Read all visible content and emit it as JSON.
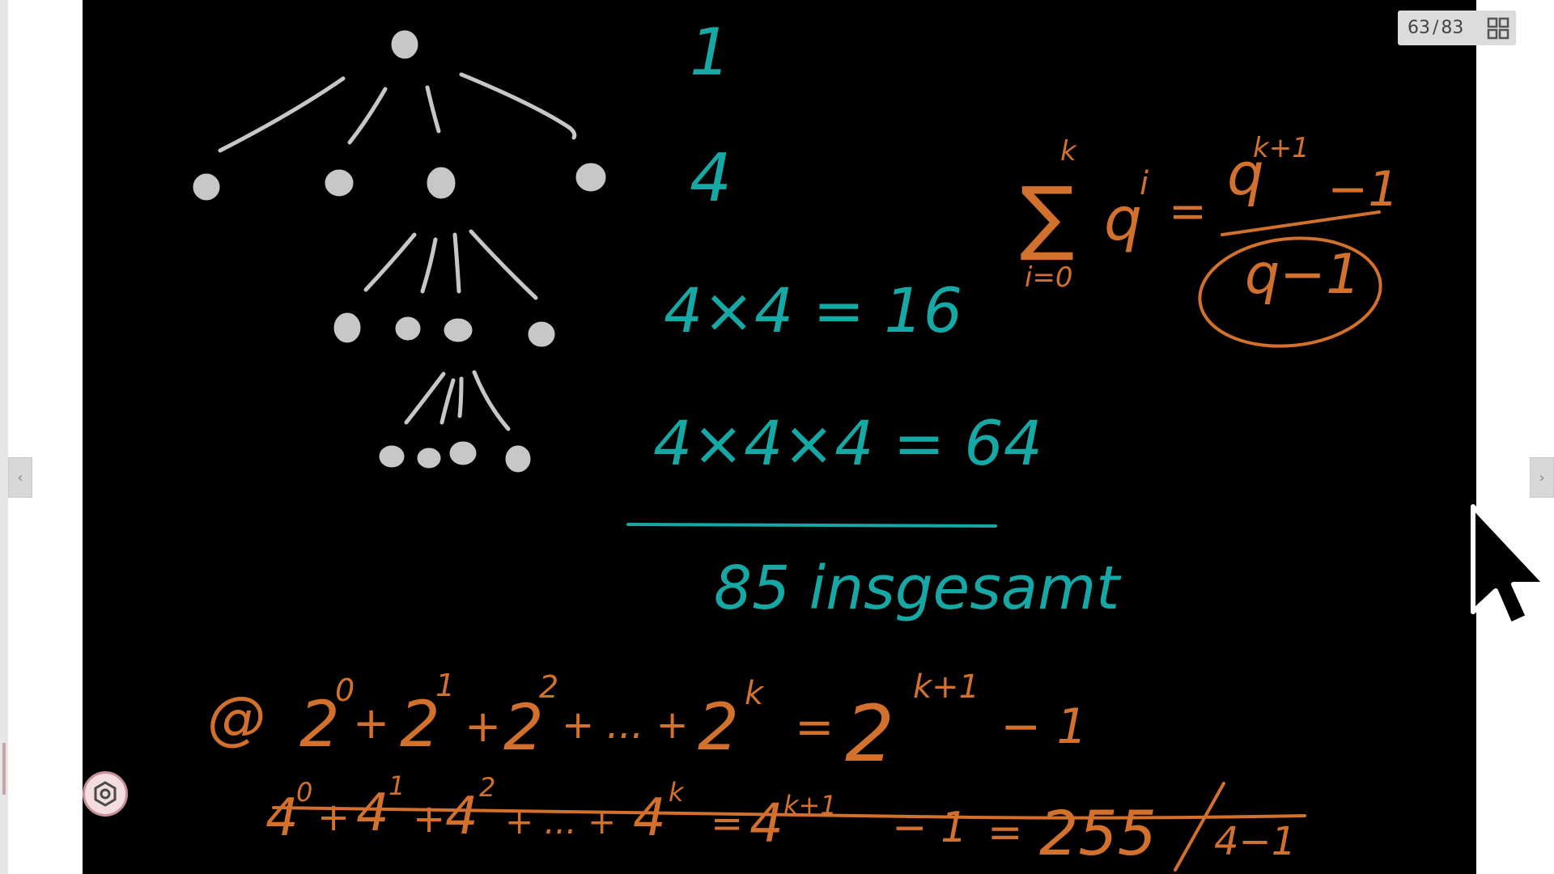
{
  "viewer": {
    "page_current": "63",
    "page_total": "83",
    "page_separator": "/"
  },
  "icons": {
    "prev": "chevron-left-icon",
    "next": "chevron-right-icon",
    "grid": "grid-icon",
    "settings": "settings-icon",
    "cursor": "mouse-pointer-icon"
  },
  "colors": {
    "board": "#000000",
    "tree": "#c7c7c7",
    "teal": "#16a8a4",
    "orange": "#d2702e"
  },
  "slide": {
    "counts": {
      "level0": "1",
      "level1": "4",
      "level2": "4×4 = 16",
      "level3": "4×4×4 = 64",
      "total": "85 insgesamt"
    },
    "formula_top": {
      "sum_upper": "k",
      "sum_symbol": "∑",
      "sum_lower": "i=0",
      "base": "q",
      "exponent": "i",
      "equals": "=",
      "numerator_base": "q",
      "numerator_exp": "k+1",
      "numerator_minus": "−1",
      "denominator": "q−1"
    },
    "formula_powers_of_two": {
      "marker": "@",
      "t0_base": "2",
      "t0_exp": "0",
      "plus1": "+",
      "t1_base": "2",
      "t1_exp": "1",
      "plus2": "+",
      "t2_base": "2",
      "t2_exp": "2",
      "dots": "+ ... +",
      "tk_base": "2",
      "tk_exp": "k",
      "equals": "=",
      "r_base": "2",
      "r_exp": "k+1",
      "r_minus": "− 1"
    },
    "formula_powers_of_four": {
      "t0_base": "4",
      "t0_exp": "0",
      "plus1": "+",
      "t1_base": "4",
      "t1_exp": "1",
      "plus2": "+",
      "t2_base": "4",
      "t2_exp": "2",
      "dots": "+ ... +",
      "tk_base": "4",
      "tk_exp": "k",
      "equals": "=",
      "r_base": "4",
      "r_exp": "k+1",
      "r_minus": "− 1",
      "equals2": "=",
      "value": "255",
      "divisor": "4−1"
    }
  }
}
